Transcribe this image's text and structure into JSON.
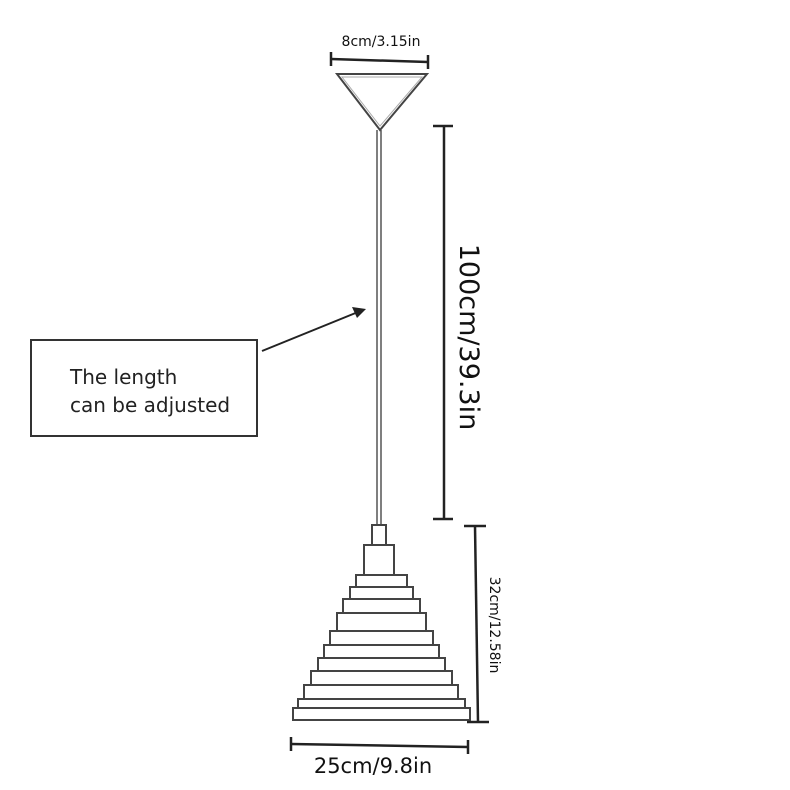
{
  "dimensions": {
    "canopy_width": "8cm/3.15in",
    "cord_length": "100cm/39.3in",
    "shade_height": "32cm/12.58in",
    "shade_width": "25cm/9.8in"
  },
  "callout": {
    "line1": "The length",
    "line2": "can be adjusted"
  },
  "colors": {
    "line": "#333333",
    "text": "#111111"
  }
}
